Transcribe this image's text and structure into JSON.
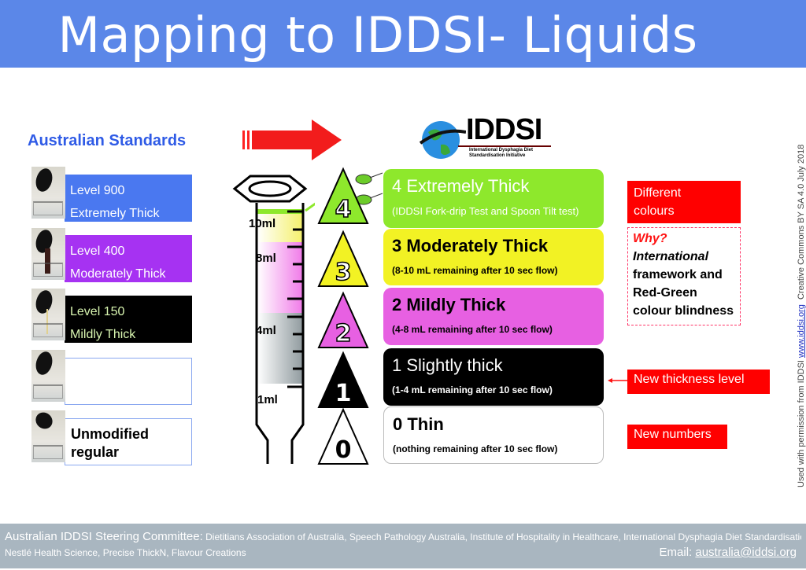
{
  "header": {
    "title": "Mapping to IDDSI- Liquids",
    "background": "#5b87e8"
  },
  "australian": {
    "title": "Australian Standards",
    "items": [
      {
        "line1": "Level 900",
        "line2": "Extremely Thick",
        "color": "#4a78f0"
      },
      {
        "line1": "Level 400",
        "line2": "Moderately Thick",
        "color": "#a632f2"
      },
      {
        "line1": "Level 150",
        "line2": "Mildly Thick",
        "color": "#000000"
      },
      {
        "line1": "",
        "line2": "",
        "color": "#ffffff"
      },
      {
        "line1": "Unmodified",
        "line2": "regular",
        "color": "#ffffff"
      }
    ]
  },
  "logo": {
    "name": "IDDSI",
    "subtitle1": "International Dysphagia Diet",
    "subtitle2": "Standardisation Initiative"
  },
  "syringe": {
    "labels": [
      "10ml",
      "8ml",
      "4ml",
      "1ml"
    ]
  },
  "iddsi_levels": [
    {
      "number": "4",
      "name": "4 Extremely Thick",
      "desc": "(IDDSI Fork-drip Test and Spoon Tilt test)",
      "color": "#8ee82c"
    },
    {
      "number": "3",
      "name": "3 Moderately Thick",
      "desc": "(8-10 mL remaining after 10 sec flow)",
      "color": "#f2f224"
    },
    {
      "number": "2",
      "name": "2 Mildly Thick",
      "desc": "(4-8 mL remaining after 10 sec flow)",
      "color": "#e760e2"
    },
    {
      "number": "1",
      "name": "1 Slightly thick",
      "desc": "(1-4 mL remaining after 10 sec flow)",
      "color": "#000000"
    },
    {
      "number": "0",
      "name": "0 Thin",
      "desc": "(nothing remaining after 10 sec flow)",
      "color": "#ffffff"
    }
  ],
  "notes": {
    "different_colours_1": "Different",
    "different_colours_2": "colours",
    "why": "Why?",
    "international": "International",
    "why_rest1": "framework and",
    "why_rest2": "Red-Green",
    "why_rest3": "colour blindness",
    "new_level": "New thickness level",
    "new_numbers": "New numbers"
  },
  "credit": {
    "pre": "Used with permission from IDDSI",
    "link": "www.iddsi.org",
    "post": "Creative Commons BY SA 4.0 July 2018"
  },
  "footer": {
    "committee": "Australian IDDSI Steering Committee:",
    "members1": "Dietitians Association of Australia, Speech Pathology Australia, Institute of Hospitality in Healthcare, International Dysphagia Diet Standardisation Initiative,",
    "members2": "Nestlé Health Science, Precise ThickN, Flavour Creations",
    "email_label": "Email:",
    "email": "australia@iddsi.org"
  }
}
